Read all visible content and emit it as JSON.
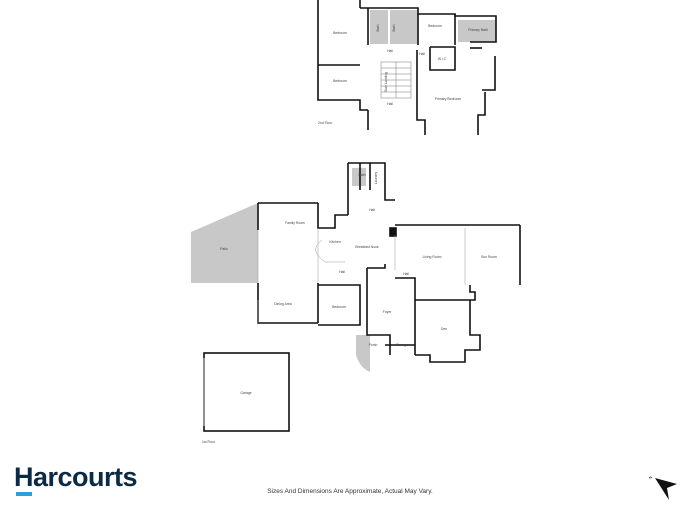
{
  "brand": {
    "name": "Harcourts",
    "accent_color": "#2a9fd8",
    "text_color": "#0d2a45"
  },
  "disclaimer": "Sizes And Dimensions Are Approximate, Actual May Vary.",
  "compass": {
    "icon": "north-arrow-icon",
    "label": "N"
  },
  "floors": [
    {
      "label": "2nd Floor",
      "rooms": [
        {
          "name": "Bedroom"
        },
        {
          "name": "Bedroom"
        },
        {
          "name": "Bedroom"
        },
        {
          "name": "Primary Bath"
        },
        {
          "name": "Bath"
        },
        {
          "name": "Bath"
        },
        {
          "name": "Hall"
        },
        {
          "name": "Hall"
        },
        {
          "name": "W.I.C"
        },
        {
          "name": "Stair Landing"
        },
        {
          "name": "Hall"
        },
        {
          "name": "Primary Bedroom"
        }
      ]
    },
    {
      "label": "1st Floor",
      "rooms": [
        {
          "name": "Bath"
        },
        {
          "name": "Laundry"
        },
        {
          "name": "Hall"
        },
        {
          "name": "Family Room"
        },
        {
          "name": "Patio"
        },
        {
          "name": "Kitchen"
        },
        {
          "name": "Breakfast Nook"
        },
        {
          "name": "Living Room"
        },
        {
          "name": "Sun Room"
        },
        {
          "name": "Hall"
        },
        {
          "name": "Hall"
        },
        {
          "name": "Dining Area"
        },
        {
          "name": "Bedroom"
        },
        {
          "name": "Foyer"
        },
        {
          "name": "Den"
        },
        {
          "name": "Porch"
        },
        {
          "name": "Storage"
        },
        {
          "name": "Garage"
        }
      ]
    }
  ],
  "colors": {
    "wall": "#111111",
    "wet_area": "#c8c8c8",
    "outdoor": "#c8c8c8"
  }
}
